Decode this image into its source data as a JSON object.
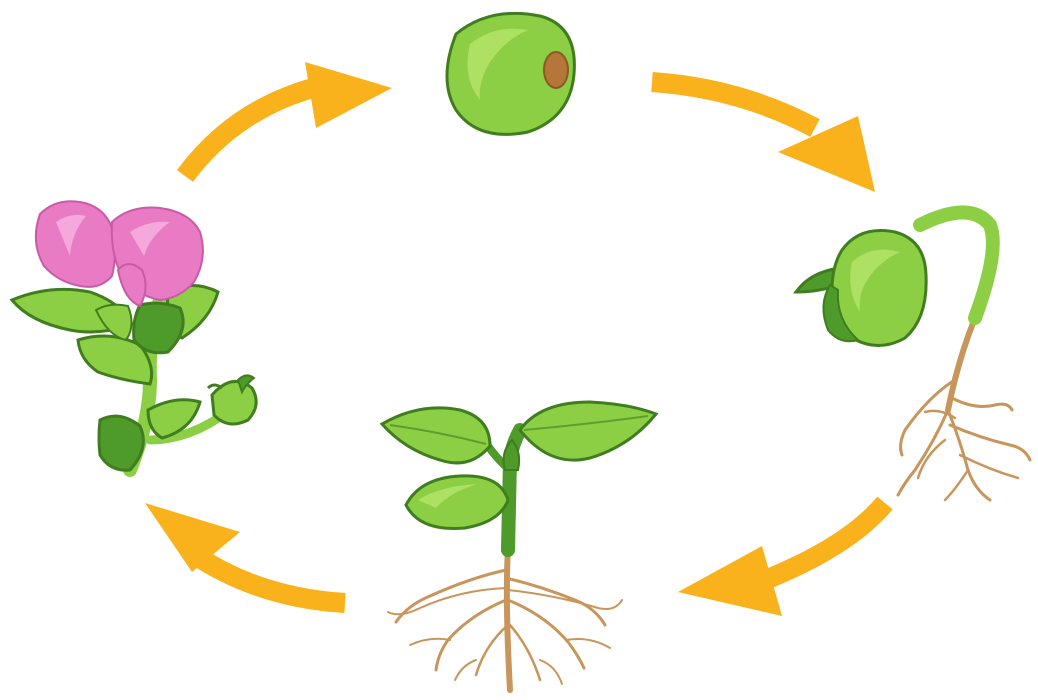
{
  "diagram": {
    "stages": [
      {
        "id": "seed",
        "icon": "seed-icon"
      },
      {
        "id": "germinating-seed",
        "icon": "germinating-seed-icon"
      },
      {
        "id": "seedling",
        "icon": "seedling-icon"
      },
      {
        "id": "flowering-plant",
        "icon": "flowering-plant-icon"
      }
    ],
    "cycle_direction": "clockwise",
    "colors": {
      "arrow": "#f9b21b",
      "leaf_light": "#8ccf45",
      "leaf_dark": "#4e9a2a",
      "outline": "#3f7d1f",
      "root": "#c8955a",
      "petal": "#e97bc4",
      "petal_light": "#f5a8dc",
      "seed_spot": "#b5763a"
    }
  }
}
